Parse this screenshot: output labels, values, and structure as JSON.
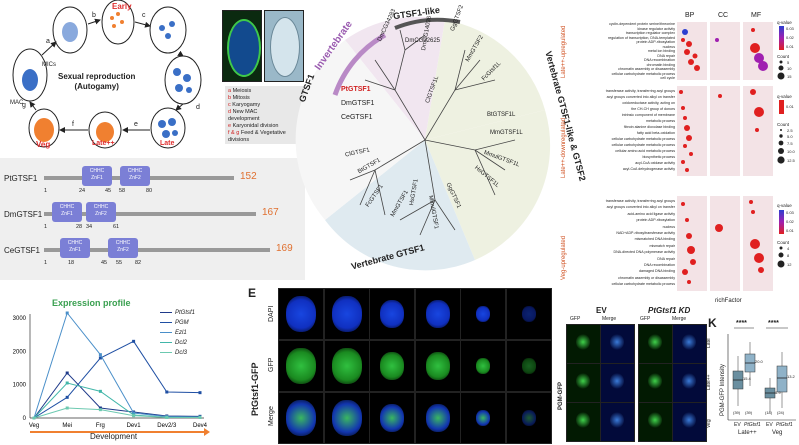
{
  "lifecycle": {
    "title": "Sexual reproduction\n(Autogamy)",
    "early": "Early",
    "mics": "MICs",
    "mac": "MAC",
    "veg": "Veg",
    "late": "Late",
    "latepp": "Late++",
    "steps": [
      "a",
      "b",
      "c",
      "d",
      "e",
      "f",
      "g"
    ],
    "legend": [
      {
        "k": "a",
        "v": "Meiosis"
      },
      {
        "k": "b",
        "v": "Mitosis"
      },
      {
        "k": "c",
        "v": "Karyogamy"
      },
      {
        "k": "d",
        "v": "New MAC\ndevelopment"
      },
      {
        "k": "e",
        "v": "Karyonidal division"
      },
      {
        "k": "f & g",
        "v": "Feed & Vegetative\ndivisions"
      }
    ]
  },
  "domains": {
    "proteins": [
      {
        "name": "PtGTSF1",
        "len": "152",
        "pos": [
          "1",
          "24",
          "45",
          "58",
          "80"
        ]
      },
      {
        "name": "DmGTSF1",
        "len": "167",
        "pos": [
          "1",
          "28",
          "34",
          "61"
        ]
      },
      {
        "name": "CeGTSF1",
        "len": "169",
        "pos": [
          "1",
          "18",
          "45",
          "55",
          "82"
        ]
      }
    ],
    "znf1": "CHHC\nZnF1",
    "znf2": "CHHC\nZnF2"
  },
  "tree": {
    "groups": [
      "Invertebrate",
      "GTSF1-like",
      "GTSF1",
      "Vertebrate GTSF1-like & GTSF2",
      "Vertebrate GTSF1"
    ],
    "leaves": [
      "PtGTSF1",
      "DmGTSF1",
      "CeGTSF1",
      "DmCG34283",
      "DmCG32625",
      "DmCG14036",
      "GgGTSF2",
      "MmGTSF2",
      "FcGtsf1L",
      "BtGTSF1L",
      "MmGTSF1L",
      "MmulGTSF1L",
      "HsGTSF1L",
      "GgGTSF1",
      "MmulGTSF1",
      "HsGTSF1",
      "MmGTSF1",
      "BtGTSF1",
      "ClGTSF1",
      "ClGTSF1L",
      "FcGTSF1"
    ]
  },
  "go": {
    "cols": [
      "BP",
      "CC",
      "MF"
    ],
    "xlabel": "richFactor",
    "panels": [
      {
        "name": "Late++-upregulated",
        "terms": [
          "cyclin-dependent protein serine/threonine",
          "kinase regulator activity",
          "transcription regulator complex",
          "regulation of transcription, DNA-templated",
          "protein ADP-ribosylation",
          "nucleus",
          "metal ion binding",
          "DNA repair",
          "DNA recombination",
          "chromatin binding",
          "chromatin assembly or disassembly",
          "cellular carbohydrate metabolic process",
          "cell cycle"
        ],
        "legend": {
          "q": "q-value",
          "qv": [
            "0.03",
            "0.02",
            "0.01"
          ],
          "c": "Count",
          "cv": [
            "5",
            "10",
            "15"
          ]
        }
      },
      {
        "name": "Late++-downregulated",
        "terms": [
          "transferase activity, transferring acyl groups",
          "acyl groups converted into alkyl on transfer",
          "oxidoreductase activity, acting on",
          "the CH-CH group of donors",
          "intrinsic component of membrane",
          "metabolic process",
          "fibroin alanine dioxolase binding",
          "fatty acid beta-oxidation",
          "cellular carbohydrate metabolic process",
          "cellular carbohydrate metabolic process",
          "cellular amino acid metabolic process",
          "biosynthetic process",
          "acyl-CoA oxidase activity",
          "acyl-CoA dehydrogenase activity"
        ],
        "legend": {
          "q": "q-value",
          "qv": [
            "0.01"
          ],
          "c": "Count",
          "cv": [
            "2.5",
            "5.0",
            "7.5",
            "10.0",
            "12.5"
          ]
        }
      },
      {
        "name": "Veg-upregulated",
        "terms": [
          "transferase activity, transferring acyl groups",
          "acyl groups converted into alkyl on transfer",
          "acid-amino acid ligase activity",
          "protein ADP-ribosylation",
          "nucleus",
          "NAD+ADP-ribosyltransferase activity",
          "mismatched DNA binding",
          "mismatch repair",
          "DNA-directed DNA polymerase activity",
          "DNA repair",
          "DNA recombination",
          "damaged DNA binding",
          "chromatin assembly or disassembly",
          "cellular carbohydrate metabolic process"
        ],
        "legend": {
          "q": "q-value",
          "qv": [
            "0.03",
            "0.02",
            "0.01"
          ],
          "c": "Count",
          "cv": [
            "4",
            "8",
            "12"
          ]
        }
      }
    ]
  },
  "chart_data": {
    "type": "line",
    "title": "Expression profile",
    "xlabel": "Development",
    "ylabel": "",
    "ylim": [
      0,
      3000
    ],
    "yticks": [
      "0",
      "1000",
      "2000",
      "3000"
    ],
    "categories": [
      "Veg",
      "Mei",
      "Frg",
      "Dev1",
      "Dev2/3",
      "Dev4"
    ],
    "series": [
      {
        "name": "PtGtsf1",
        "color": "#1f3a8a",
        "values": [
          0,
          1350,
          300,
          180,
          60,
          50
        ]
      },
      {
        "name": "PGM",
        "color": "#1f4fa3",
        "values": [
          0,
          620,
          1800,
          2300,
          780,
          760
        ]
      },
      {
        "name": "Ezl1",
        "color": "#4a8fc9",
        "values": [
          0,
          3150,
          1900,
          150,
          40,
          30
        ]
      },
      {
        "name": "Dcl2",
        "color": "#41b6a9",
        "values": [
          0,
          1050,
          800,
          90,
          20,
          20
        ]
      },
      {
        "name": "Dcl3",
        "color": "#6cc9b0",
        "values": [
          0,
          300,
          250,
          70,
          20,
          15
        ]
      }
    ]
  },
  "panelE": {
    "letter": "E",
    "side": "PtGtsf1-GFP",
    "rows": [
      "DAPI",
      "GFP",
      "Merge"
    ]
  },
  "panelKD": {
    "ev": "EV",
    "kd": "PtGtsf1 KD",
    "cols": [
      "GFP",
      "Merge",
      "GFP",
      "Merge"
    ],
    "rowlabels": [
      "Late",
      "Late++",
      "Veg"
    ],
    "side": "PGM-GFP"
  },
  "panelK": {
    "letter": "K",
    "ylabel": "PGM-GFP Intensity",
    "sig": [
      "****",
      "****"
    ],
    "groups": [
      "Late++",
      "Veg"
    ],
    "xlabels": [
      "EV",
      "PtGtsf1",
      "EV",
      "PtGtsf1"
    ],
    "ns": [
      "(39)",
      "(39)",
      "(18)",
      "(24)"
    ],
    "medians": [
      "15.4",
      "20.0",
      "8.9",
      "13.2"
    ]
  }
}
